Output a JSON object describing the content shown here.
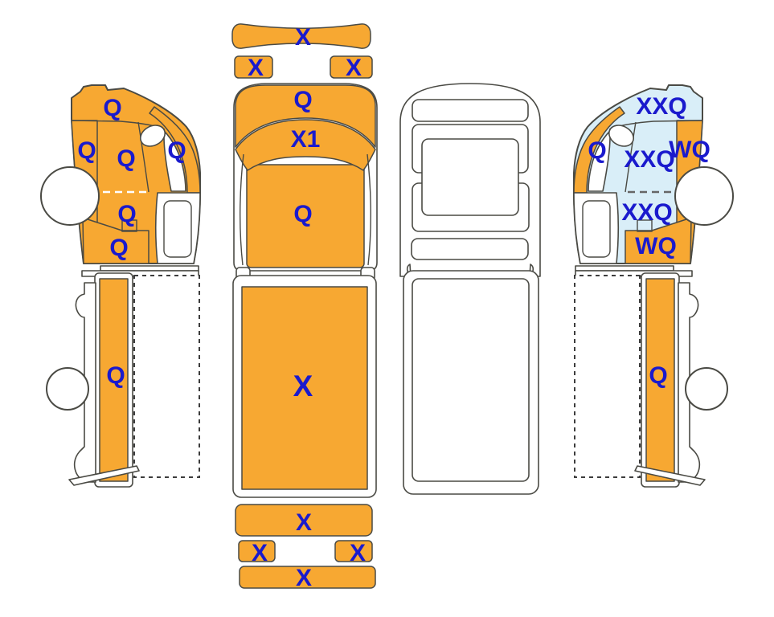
{
  "colors": {
    "panel_orange": "#F7A832",
    "panel_light_blue": "#D9EEF8",
    "label_blue": "#1A1ACD",
    "outline": "#4A4A44"
  },
  "views": {
    "left_side": {
      "labels": {
        "roof": "Q",
        "rear_panel": "Q",
        "door": "Q",
        "pillar": "Q",
        "door_lower": "Q",
        "rocker": "Q",
        "bed_side": "Q"
      }
    },
    "top_front": {
      "labels": {
        "front_bumper_top": "X",
        "front_bumper_left": "X",
        "front_bumper_right": "X",
        "cab_front": "Q",
        "windshield": "X1",
        "roof": "Q",
        "bed_floor": "X",
        "rear_bumper_top": "X",
        "rear_bumper_left": "X",
        "rear_bumper_right": "X",
        "rear_bumper_bottom": "X"
      }
    },
    "rear": {
      "labels": {}
    },
    "right_side": {
      "labels": {
        "roof": "XXQ",
        "pillar": "Q",
        "door": "XXQ",
        "rear_panel": "WQ",
        "door_lower": "XXQ",
        "rocker": "WQ",
        "bed_side": "Q"
      }
    }
  }
}
